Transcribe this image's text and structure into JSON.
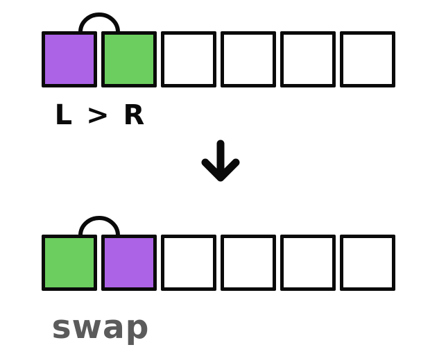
{
  "colors": {
    "background": "#ffffff",
    "purple": "#ac63e6",
    "green": "#6cce5f",
    "outline": "#0a0a0a",
    "gray": "#5b5b5b"
  },
  "before": {
    "label": "L > R",
    "cells": [
      {
        "fill": "purple"
      },
      {
        "fill": "green"
      },
      {
        "fill": "white"
      },
      {
        "fill": "white"
      },
      {
        "fill": "white"
      },
      {
        "fill": "white"
      }
    ]
  },
  "after": {
    "label": "swap",
    "cells": [
      {
        "fill": "green"
      },
      {
        "fill": "purple"
      },
      {
        "fill": "white"
      },
      {
        "fill": "white"
      },
      {
        "fill": "white"
      },
      {
        "fill": "white"
      }
    ]
  },
  "icons": {
    "compare_arc": "arc-connector-icon",
    "transition_arrow": "down-arrow-icon"
  }
}
